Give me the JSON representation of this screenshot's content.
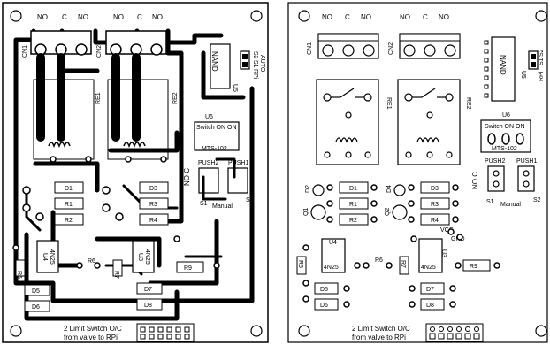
{
  "left_board": {
    "connector_labels": [
      "NO",
      "C",
      "NO",
      "NO",
      "C",
      "NO"
    ],
    "relay_connectors": [
      "CN1",
      "CN2"
    ],
    "relays": [
      "RE1",
      "RE2"
    ],
    "ic_nand": "NAND",
    "ic_u5": "U5",
    "ic_u6": "U6",
    "gpio_labels": [
      "RPi",
      "S1",
      "S2"
    ],
    "auto_label": "AUTO",
    "switch_label": "Switch ON ON",
    "switch_model": "MTS-102",
    "push_labels": [
      "PUSH2",
      "PUSH1"
    ],
    "nc_label": "NO C",
    "s1_label": "S1",
    "s2_label": "S2",
    "manual_label": "Manual",
    "diodes": [
      "D1",
      "D3",
      "D5",
      "D6",
      "D7",
      "D8"
    ],
    "resistors": [
      "R1",
      "R2",
      "R3",
      "R4",
      "R5",
      "R6",
      "R7",
      "R9"
    ],
    "optos": [
      "U4",
      "4N25",
      "U3",
      "4N25"
    ],
    "footer_line1": "2 Limit Switch O/C",
    "footer_line2": "from valve to RPi"
  },
  "right_board": {
    "connector_labels": [
      "NO",
      "C",
      "NO",
      "NO",
      "C",
      "NO"
    ],
    "relay_connectors": [
      "CN1",
      "CN2"
    ],
    "relays": [
      "RE1",
      "RE2"
    ],
    "ic_nand": "NAND",
    "ic_u5": "U5",
    "ic_u6": "U6",
    "gpio_labels": [
      "RPi",
      "S1",
      "S2"
    ],
    "switch_label": "Switch ON ON",
    "switch_model": "MTS-102",
    "push_labels": [
      "PUSH2",
      "PUSH1"
    ],
    "nc_label": "NO C",
    "s1_label": "S1",
    "s2_label": "S2",
    "manual_label": "Manual",
    "diodes": [
      "D1",
      "D2",
      "D3",
      "D4",
      "D5",
      "D6",
      "D7",
      "D8"
    ],
    "resistors": [
      "R1",
      "R2",
      "R3",
      "R4",
      "R5",
      "R6",
      "R7",
      "R9"
    ],
    "transistors": [
      "Q1",
      "Q2"
    ],
    "optos": [
      "U4",
      "4N25",
      "U3",
      "4N25"
    ],
    "vcc_label": "VCC",
    "gnd_label": "GND",
    "footer_line1": "2 Limit Switch O/C",
    "footer_line2": "from valve to RPi"
  }
}
